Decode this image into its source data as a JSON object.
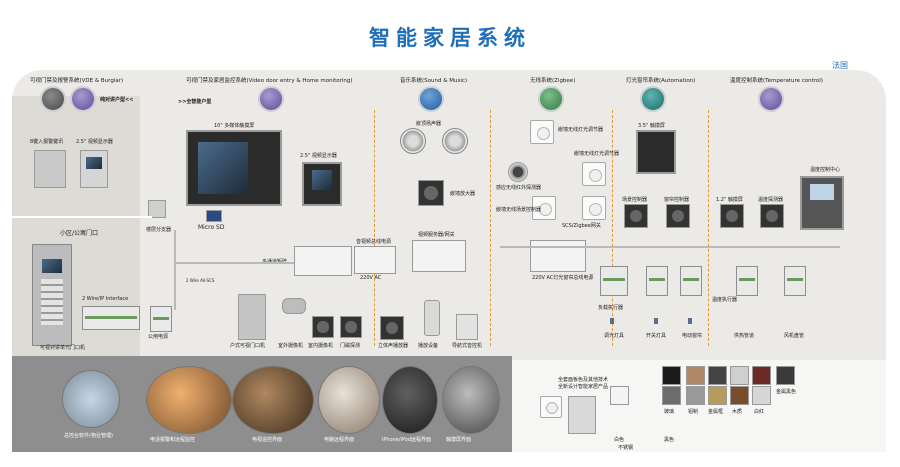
{
  "title": "智能家居系统",
  "region": "法国",
  "sections": {
    "intercom": "可视门禁及报警系统(VDE & Burglar)",
    "door_home": "可视门禁及家居监控系统(Video door entry & Home monitoring)",
    "sound": "音乐系统(Sound & Music)",
    "wireless": "无线系统(Zigbee)",
    "automation": "灯光窗帘系统(Automation)",
    "temperature": "温度控制系统(Temperature control)"
  },
  "apartment_tags": {
    "pure": "纯对讲户型<<",
    "smart": ">>全智能户型"
  },
  "labels": {
    "keypad_unit": "8键入报警键讯",
    "monitor_25_left": "2.5\" 视频显示器",
    "splitter": "楼层分支器",
    "community_gate": "小区/公寓门口",
    "wire_interface": "2 Wire/IP Interface",
    "outdoor_unit": "可视对讲单元门口机",
    "power_left": "公用电源",
    "touch_10": "10\" 多媒体触摸屏",
    "micro_sd": "Micro SD",
    "monitor_25_mid": "2.5\" 视频显示器",
    "multi_distributor": "多通道矩阵",
    "speakers": "嵌顶扬声器",
    "amplifier": "嵌墙放大器",
    "power_supply": "音视频总线电源",
    "v220": "220V AC",
    "gateway": "视频服务器/网关",
    "zigbee_dimmer": "嵌墙无线灯光调节器",
    "zigbee_dimmer2": "嵌墙无线灯光调节器",
    "zigbee_sensor": "感应无线红外探测器",
    "zigbee_scene": "嵌墙无线场景控制器",
    "scs_gateway": "SCS/Zigbee网关",
    "v220_bus": "220V AC灯光窗帘总线电源",
    "touch_35": "3.5\" 触摸屏",
    "scene_ctrl": "场景控制器",
    "curtain_ctrl": "窗帘控制器",
    "touch_12": "1.2\" 触摸屏",
    "temp_probe": "温度探测器",
    "temp_center": "温度控制中心",
    "load_actuator": "负载执行器",
    "temp_actuator": "温度执行器",
    "dimmer_light": "调光灯具",
    "switch_light": "开关灯具",
    "curtain_motor": "电动窗帘",
    "floor_heat": "供热管道",
    "fan_coil": "风机盘管",
    "door_panel": "户式可视门口机",
    "camera": "室外摄像机",
    "indoor_camera": "室内摄像机",
    "door_sensor": "门磁探测",
    "mini_speaker": "立体声播放器",
    "ipod_dock": "播放设备",
    "playback_ctrl": "导航式音控机",
    "software": "总控台软件(物业管理)",
    "remote_security": "电话报警和远程监控",
    "tv_interface": "电视遥控界面",
    "pc_interface": "电脑远程界面",
    "iphone_interface": "iPhone/iPod远程界面",
    "touch_interface": "触摸屏界面",
    "finish_note1": "全套面板色及其他技术",
    "finish_note2": "全新设计智能家居产品",
    "white": "白色",
    "stainless": "不锈钢",
    "black": "黑色",
    "glass": "玻璃",
    "aluminum": "铝制",
    "gold": "金属框",
    "wood": "木质",
    "bronze": "白红",
    "dark_metal": "金属黑色",
    "small_note": "2 Wire AV-SCS"
  },
  "colors": {
    "title": "#1f6fb8",
    "accent_dash": "#e39a2a"
  }
}
